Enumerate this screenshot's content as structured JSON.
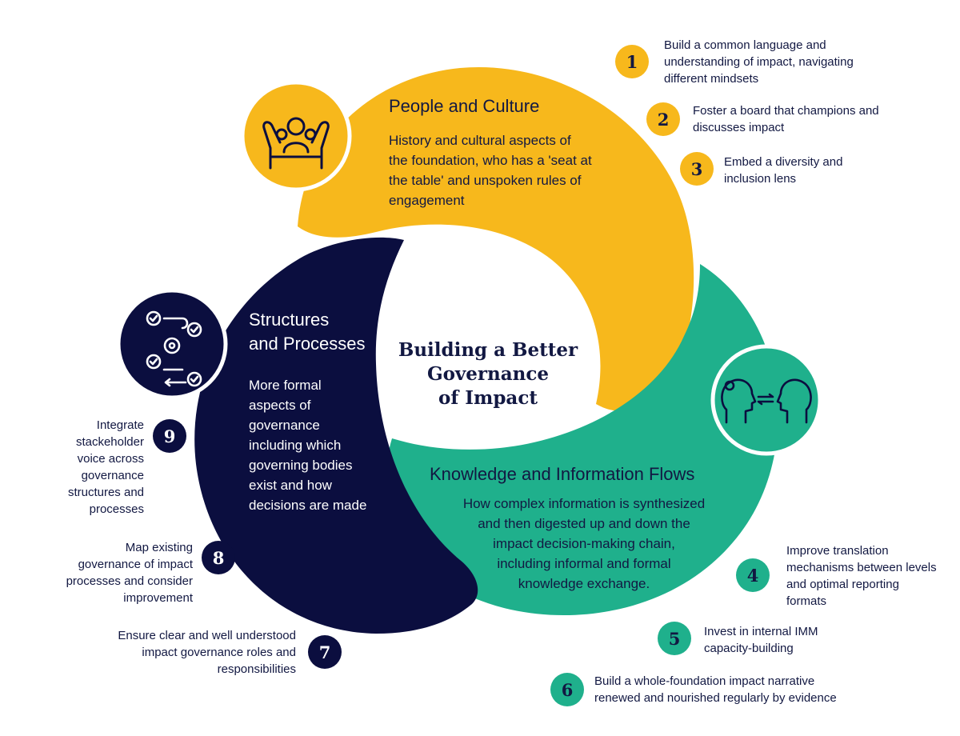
{
  "colors": {
    "yellow": "#f7b81c",
    "navy": "#0b0e3f",
    "green": "#1fb08c",
    "text_dark": "#121842"
  },
  "center_title": "Building a Better\nGovernance\nof Impact",
  "sections": {
    "people": {
      "title": "People and Culture",
      "description": "History and cultural aspects of\nthe foundation, who has a 'seat at\nthe table' and unspoken rules of\n          engagement",
      "icon": "community-hands-icon"
    },
    "structures": {
      "title": "Structures\nand Processes",
      "description": "More formal\naspects of\ngovernance\nincluding which\ngoverning bodies\nexist and how\ndecisions are made",
      "icon": "process-flow-checklist-icon"
    },
    "knowledge": {
      "title": "Knowledge and Information Flows",
      "description": "How complex information is synthesized\nand then digested up and down the\nimpact decision-making chain,\nincluding informal and formal\nknowledge exchange.",
      "icon": "knowledge-exchange-heads-icon"
    }
  },
  "steps": [
    {
      "number": "1",
      "text": "Build a common language and\nunderstanding of impact, navigating\ndifferent mindsets"
    },
    {
      "number": "2",
      "text": "Foster a board that champions and\ndiscusses impact"
    },
    {
      "number": "3",
      "text": "Embed a diversity and\ninclusion lens"
    },
    {
      "number": "4",
      "text": "Improve translation\nmechanisms between levels\nand optimal reporting\nformats"
    },
    {
      "number": "5",
      "text": "Invest in internal IMM\ncapacity-building"
    },
    {
      "number": "6",
      "text": "Build a whole-foundation impact narrative\nrenewed and nourished regularly by evidence"
    },
    {
      "number": "7",
      "text": "Ensure clear and well understood\nimpact governance roles and\nresponsibilities"
    },
    {
      "number": "8",
      "text": "Map existing\ngovernance of impact\nprocesses and consider\nimprovement"
    },
    {
      "number": "9",
      "text": "Integrate\nstackeholder\nvoice across\ngovernance\nstructures and\nprocesses"
    }
  ]
}
